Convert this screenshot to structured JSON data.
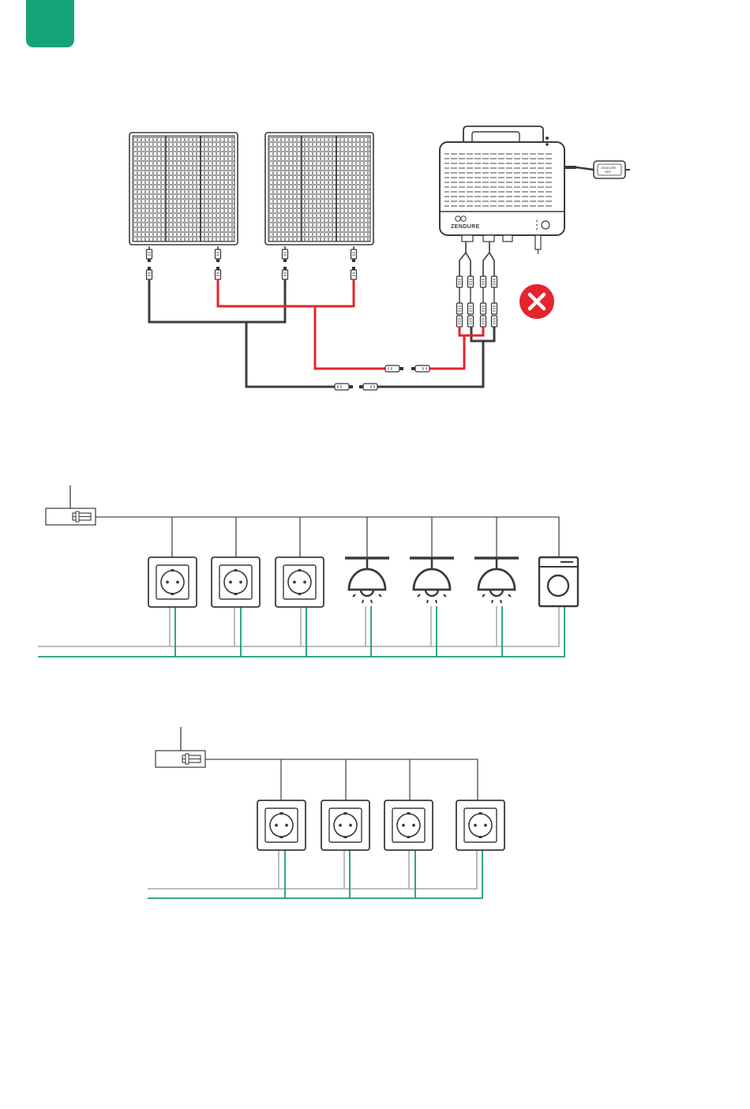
{
  "header": {
    "tab_color": "#16a37a"
  },
  "inverter": {
    "brand": "ZENDURE",
    "plug_lines": [
      "ZENDURE",
      "SEE"
    ]
  },
  "status": {
    "icon": "error-x-icon",
    "color": "#e5242e"
  },
  "colors": {
    "positive_cable": "#e5242e",
    "negative_cable": "#3d3d3d",
    "neutral_wire": "#b4b4b4",
    "earth_wire": "#1a9b7a",
    "device_stroke": "#3a3a3a"
  },
  "circuit_1": {
    "devices": [
      "socket-icon",
      "socket-icon",
      "socket-icon",
      "lamp-icon",
      "lamp-icon",
      "lamp-icon",
      "washing-machine-icon"
    ]
  },
  "circuit_2": {
    "devices": [
      "socket-icon",
      "socket-icon",
      "socket-icon",
      "socket-icon"
    ]
  }
}
